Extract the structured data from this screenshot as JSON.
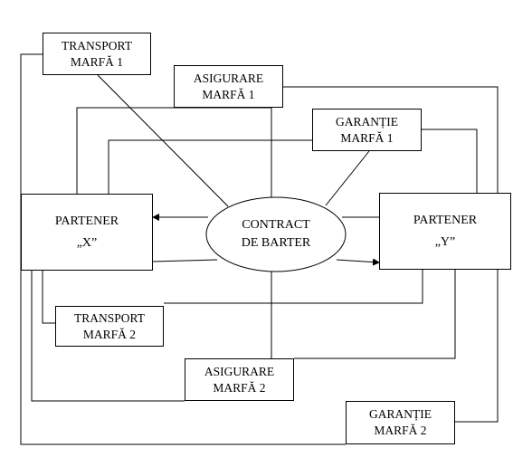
{
  "diagram": {
    "contract": {
      "line1": "CONTRACT",
      "line2": "DE BARTER"
    },
    "partner_x": {
      "line1": "PARTENER",
      "line2": "„X”"
    },
    "partner_y": {
      "line1": "PARTENER",
      "line2": "„Y”"
    },
    "transport1": {
      "line1": "TRANSPORT",
      "line2": "MARFĂ 1"
    },
    "asigurare1": {
      "line1": "ASIGURARE",
      "line2": "MARFĂ 1"
    },
    "garantie1": {
      "line1": "GARANȚIE",
      "line2": "MARFĂ 1"
    },
    "transport2": {
      "line1": "TRANSPORT",
      "line2": "MARFĂ 2"
    },
    "asigurare2": {
      "line1": "ASIGURARE",
      "line2": "MARFĂ 2"
    },
    "garantie2": {
      "line1": "GARANȚIE",
      "line2": "MARFĂ 2"
    }
  }
}
